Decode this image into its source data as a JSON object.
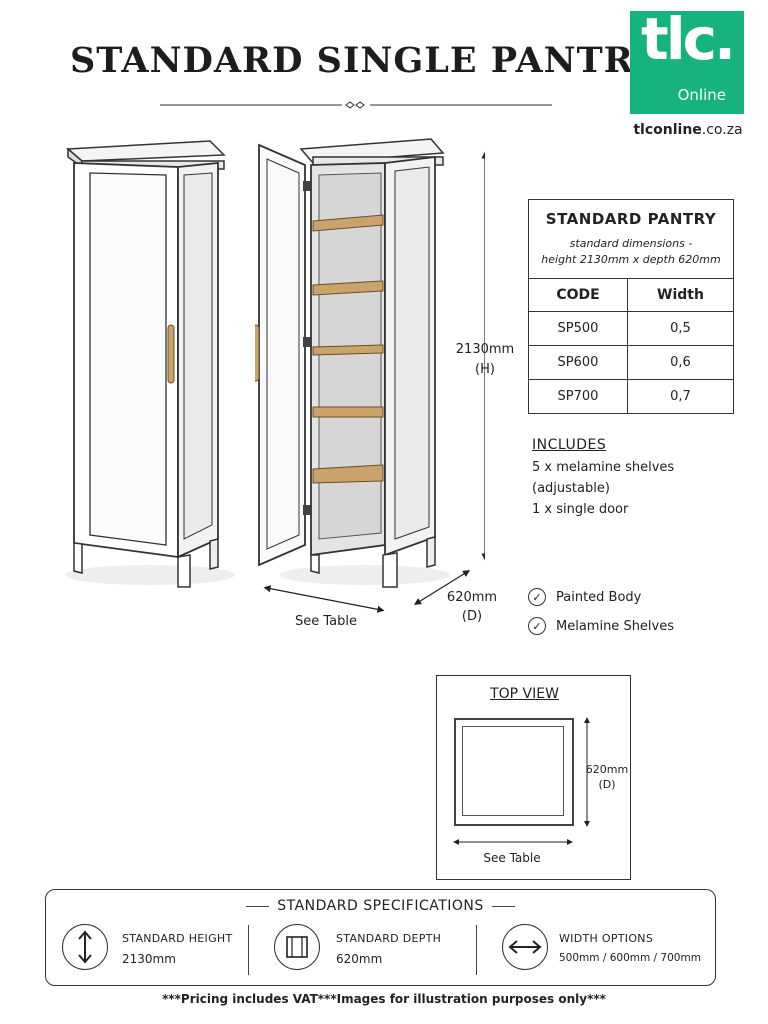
{
  "title": "STANDARD SINGLE PANTRY",
  "logo": {
    "big": "tlc.",
    "small": "Online"
  },
  "website": {
    "bold": "tlconline",
    "rest": ".co.za"
  },
  "spec_table": {
    "heading": "STANDARD PANTRY",
    "subtitle_1": "standard dimensions -",
    "subtitle_2": "height 2130mm x depth 620mm",
    "columns": [
      "CODE",
      "Width"
    ],
    "rows": [
      {
        "code": "SP500",
        "width": "0,5"
      },
      {
        "code": "SP600",
        "width": "0,6"
      },
      {
        "code": "SP700",
        "width": "0,7"
      }
    ]
  },
  "includes": {
    "title": "INCLUDES",
    "lines": [
      "5 x melamine shelves",
      "(adjustable)",
      "1 x single door"
    ]
  },
  "features": [
    "Painted Body",
    "Melamine Shelves"
  ],
  "dimensions": {
    "height_value": "2130mm",
    "height_label": "(H)",
    "depth_value": "620mm",
    "depth_label": "(D)",
    "width_note": "See Table"
  },
  "top_view": {
    "title": "TOP VIEW",
    "depth_value": "620mm",
    "depth_label": "(D)",
    "width_note": "See Table"
  },
  "standard_specs": {
    "title": "STANDARD SPECIFICATIONS",
    "items": [
      {
        "label": "STANDARD HEIGHT",
        "value": "2130mm",
        "icon": "vertical-arrow-icon"
      },
      {
        "label": "STANDARD DEPTH",
        "value": "620mm",
        "icon": "cabinet-side-icon"
      },
      {
        "label": "WIDTH OPTIONS",
        "value": "500mm / 600mm / 700mm",
        "icon": "horizontal-arrow-icon"
      }
    ]
  },
  "footer": "***Pricing includes VAT***Images for illustration purposes only***",
  "colors": {
    "brand": "#16b37d",
    "wood": "#c9a36a",
    "ink": "#222222"
  }
}
